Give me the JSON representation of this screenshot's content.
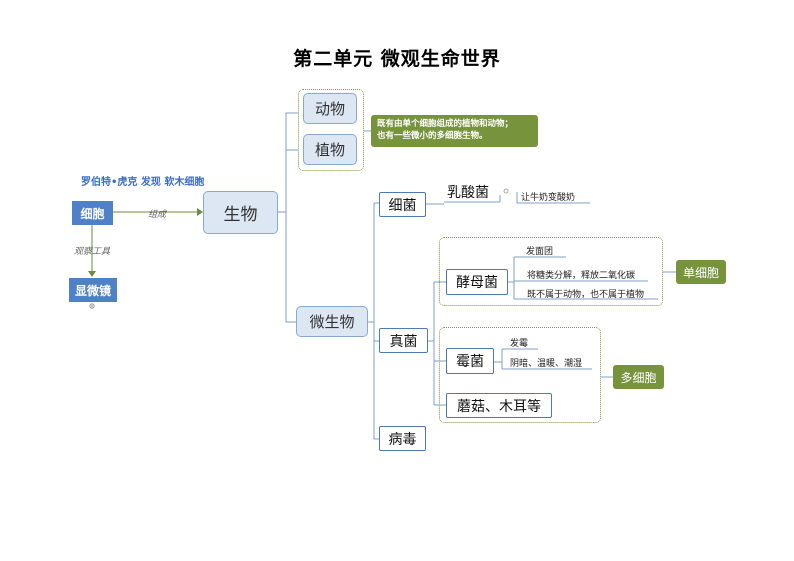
{
  "title": "第二单元  微观生命世界",
  "left": {
    "discoverer": "罗伯特•虎克 发现 软木细胞",
    "cell": "细胞",
    "edge_compose": "组成",
    "edge_observe": "观察工具",
    "microscope": "显微镜"
  },
  "root": "生物",
  "animal": "动物",
  "plant": "植物",
  "plant_animal_note": "既有由单个细胞组成的植物和动物；\n也有一些微小的多细胞生物。",
  "microbe": "微生物",
  "bacteria": {
    "label": "细菌",
    "child": "乳酸菌",
    "note": "让牛奶变酸奶"
  },
  "fungi": {
    "label": "真菌",
    "yeast": {
      "label": "酵母菌",
      "notes": [
        "发面团",
        "将糖类分解，释放二氧化碳",
        "既不属于动物，也不属于植物"
      ]
    },
    "mold": {
      "label": "霉菌",
      "notes": [
        "发霉",
        "阴暗、温暖、潮湿"
      ]
    },
    "mushroom": "蘑菇、木耳等",
    "single_cell": "单细胞",
    "multi_cell": "多细胞"
  },
  "virus": "病毒",
  "colors": {
    "line": "#7f9fc9",
    "accent_blue": "#4f81c6",
    "green": "#77933c",
    "discoverer_text": "#3c6fc4"
  }
}
